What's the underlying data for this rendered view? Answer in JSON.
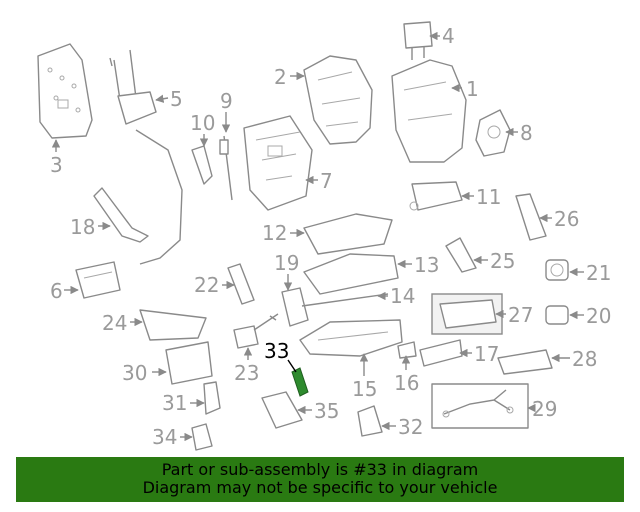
{
  "diagram": {
    "callouts": [
      "1",
      "2",
      "3",
      "4",
      "5",
      "6",
      "7",
      "8",
      "9",
      "10",
      "11",
      "12",
      "13",
      "14",
      "15",
      "16",
      "17",
      "18",
      "19",
      "20",
      "21",
      "22",
      "23",
      "24",
      "25",
      "26",
      "27",
      "28",
      "29",
      "30",
      "31",
      "32",
      "33",
      "34",
      "35"
    ],
    "highlighted_part": "33",
    "colors": {
      "line": "#8a8a8a",
      "highlight_part": "#2e8b2e",
      "banner": "#2a7a12"
    }
  },
  "banner": {
    "line1": "Part or sub-assembly is #33 in diagram",
    "line2": "Diagram may not be specific to your vehicle"
  }
}
